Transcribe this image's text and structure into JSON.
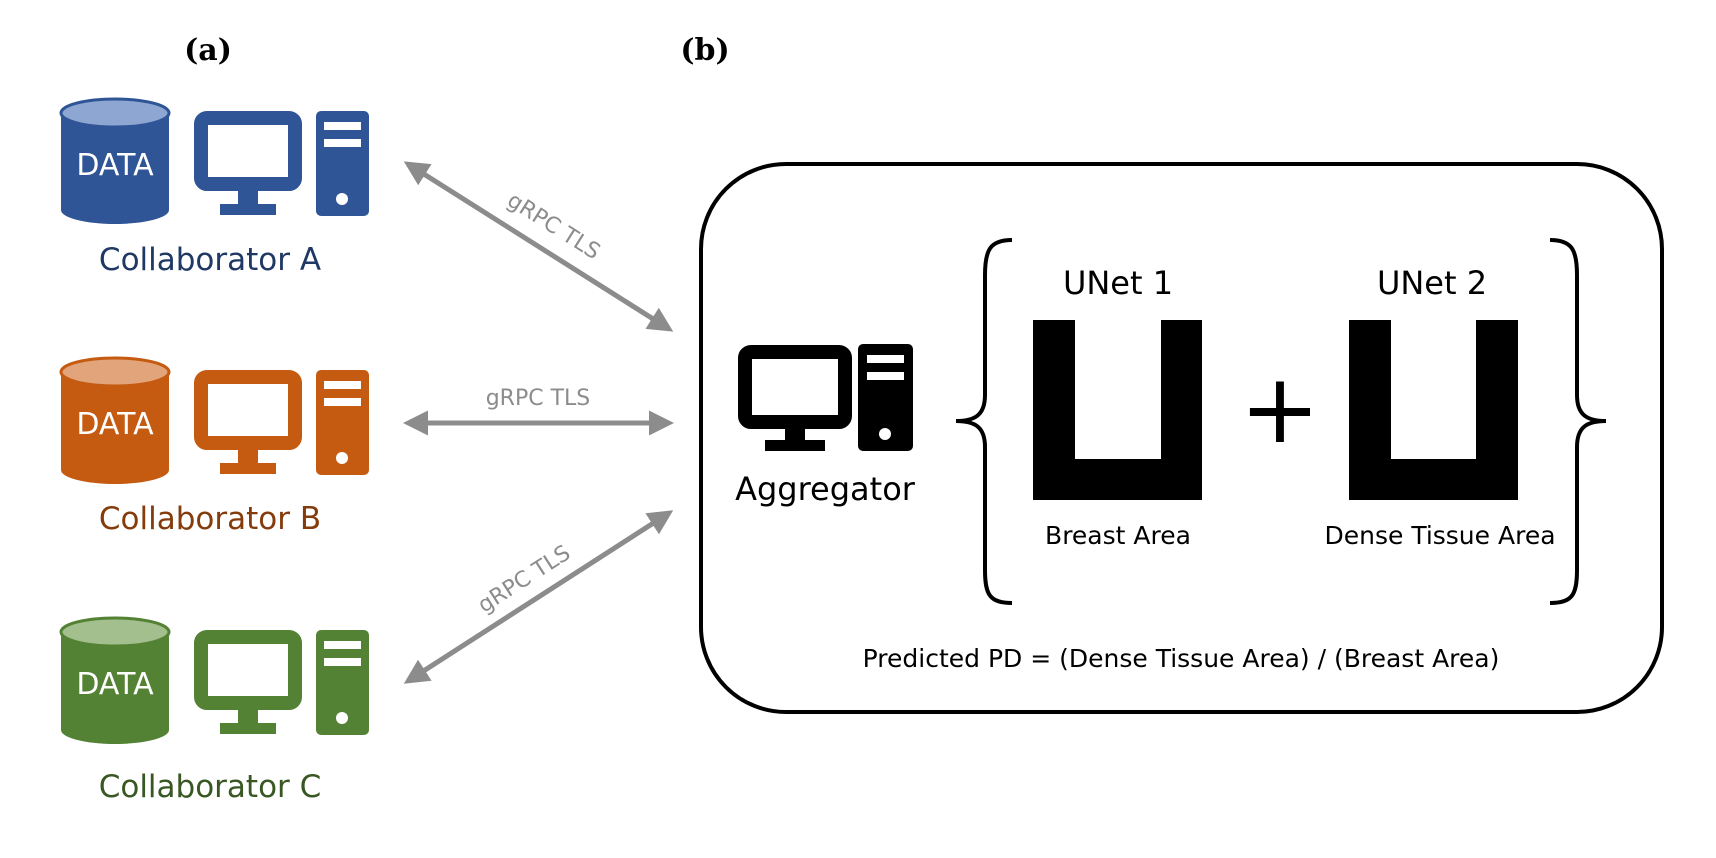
{
  "panels": {
    "a_label": "(a)",
    "b_label": "(b)"
  },
  "collaborators": [
    {
      "db_label": "DATA",
      "name": "Collaborator A",
      "color": "#2f5597",
      "light": "#8ea6d2",
      "text_color": "#203864"
    },
    {
      "db_label": "DATA",
      "name": "Collaborator B",
      "color": "#c55a11",
      "light": "#e2a47b",
      "text_color": "#843c0c"
    },
    {
      "db_label": "DATA",
      "name": "Collaborator C",
      "color": "#548235",
      "light": "#a2bf8d",
      "text_color": "#385723"
    }
  ],
  "links": [
    {
      "label": "gRPC TLS"
    },
    {
      "label": "gRPC TLS"
    },
    {
      "label": "gRPC TLS"
    }
  ],
  "aggregator": {
    "label": "Aggregator",
    "unet1_title": "UNet 1",
    "unet1_caption": "Breast Area",
    "plus": "+",
    "unet2_title": "UNet 2",
    "unet2_caption": "Dense Tissue Area",
    "formula": "Predicted PD = (Dense Tissue Area) / (Breast Area)"
  },
  "colors": {
    "arrow": "#8c8c8c",
    "link_text": "#8c8c8c",
    "ink": "#000000"
  }
}
